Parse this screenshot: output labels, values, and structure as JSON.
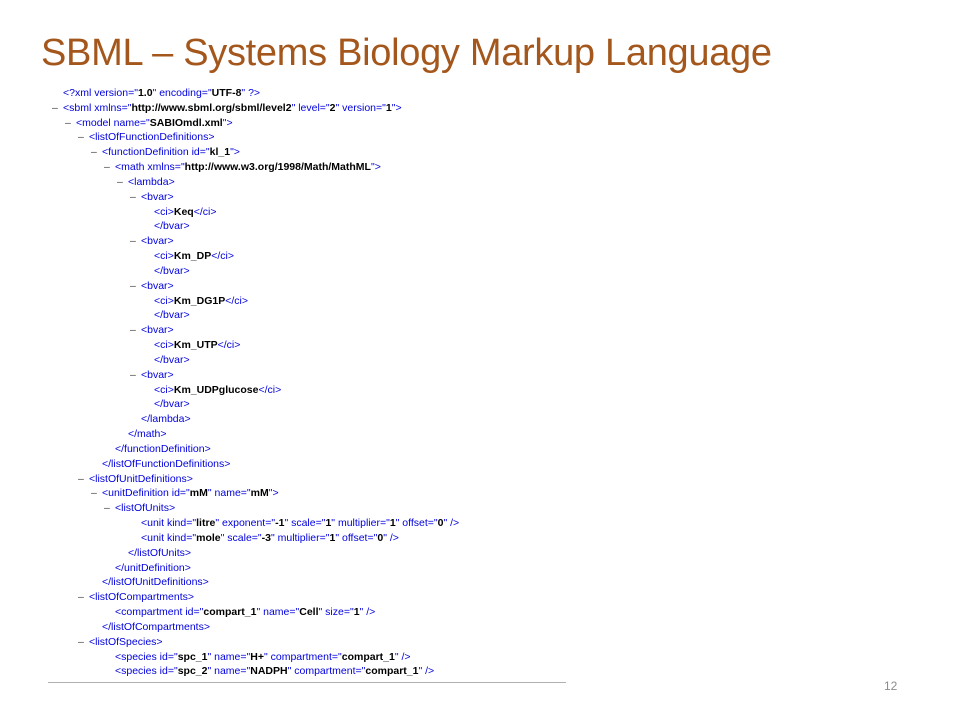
{
  "slide": {
    "title": "SBML – Systems Biology Markup Language",
    "page_number": "12"
  },
  "xml_lines": [
    {
      "indent": 0,
      "toggle": "",
      "text": "<?xml version=\"1.0\" encoding=\"UTF-8\" ?>"
    },
    {
      "indent": 0,
      "toggle": "–",
      "text": "<sbml xmlns=\"http://www.sbml.org/sbml/level2\" level=\"2\" version=\"1\">"
    },
    {
      "indent": 1,
      "toggle": "–",
      "text": "<model name=\"SABIOmdl.xml\">"
    },
    {
      "indent": 2,
      "toggle": "–",
      "text": "<listOfFunctionDefinitions>"
    },
    {
      "indent": 3,
      "toggle": "–",
      "text": "<functionDefinition id=\"kl_1\">"
    },
    {
      "indent": 4,
      "toggle": "–",
      "text": "<math xmlns=\"http://www.w3.org/1998/Math/MathML\">"
    },
    {
      "indent": 5,
      "toggle": "–",
      "text": "<lambda>"
    },
    {
      "indent": 6,
      "toggle": "–",
      "text": "<bvar>"
    },
    {
      "indent": 7,
      "toggle": "",
      "text": "<ci>Keq</ci>"
    },
    {
      "indent": 7,
      "toggle": "",
      "text": "</bvar>"
    },
    {
      "indent": 6,
      "toggle": "–",
      "text": "<bvar>"
    },
    {
      "indent": 7,
      "toggle": "",
      "text": "<ci>Km_DP</ci>"
    },
    {
      "indent": 7,
      "toggle": "",
      "text": "</bvar>"
    },
    {
      "indent": 6,
      "toggle": "–",
      "text": "<bvar>"
    },
    {
      "indent": 7,
      "toggle": "",
      "text": "<ci>Km_DG1P</ci>"
    },
    {
      "indent": 7,
      "toggle": "",
      "text": "</bvar>"
    },
    {
      "indent": 6,
      "toggle": "–",
      "text": "<bvar>"
    },
    {
      "indent": 7,
      "toggle": "",
      "text": "<ci>Km_UTP</ci>"
    },
    {
      "indent": 7,
      "toggle": "",
      "text": "</bvar>"
    },
    {
      "indent": 6,
      "toggle": "–",
      "text": "<bvar>"
    },
    {
      "indent": 7,
      "toggle": "",
      "text": "<ci>Km_UDPglucose</ci>"
    },
    {
      "indent": 7,
      "toggle": "",
      "text": "</bvar>"
    },
    {
      "indent": 6,
      "toggle": "",
      "text": "</lambda>"
    },
    {
      "indent": 5,
      "toggle": "",
      "text": "</math>"
    },
    {
      "indent": 4,
      "toggle": "",
      "text": "</functionDefinition>"
    },
    {
      "indent": 3,
      "toggle": "",
      "text": "</listOfFunctionDefinitions>"
    },
    {
      "indent": 2,
      "toggle": "–",
      "text": "<listOfUnitDefinitions>"
    },
    {
      "indent": 3,
      "toggle": "–",
      "text": "<unitDefinition id=\"mM\" name=\"mM\">"
    },
    {
      "indent": 4,
      "toggle": "–",
      "text": "<listOfUnits>"
    },
    {
      "indent": 6,
      "toggle": "",
      "text": "<unit kind=\"litre\" exponent=\"-1\" scale=\"1\" multiplier=\"1\" offset=\"0\" />"
    },
    {
      "indent": 6,
      "toggle": "",
      "text": "<unit kind=\"mole\" scale=\"-3\" multiplier=\"1\" offset=\"0\" />"
    },
    {
      "indent": 5,
      "toggle": "",
      "text": "</listOfUnits>"
    },
    {
      "indent": 4,
      "toggle": "",
      "text": "</unitDefinition>"
    },
    {
      "indent": 3,
      "toggle": "",
      "text": "</listOfUnitDefinitions>"
    },
    {
      "indent": 2,
      "toggle": "–",
      "text": "<listOfCompartments>"
    },
    {
      "indent": 4,
      "toggle": "",
      "text": "<compartment id=\"compart_1\" name=\"Cell\" size=\"1\" />"
    },
    {
      "indent": 3,
      "toggle": "",
      "text": "</listOfCompartments>"
    },
    {
      "indent": 2,
      "toggle": "–",
      "text": "<listOfSpecies>"
    },
    {
      "indent": 4,
      "toggle": "",
      "text": "<species id=\"spc_1\" name=\"H+\" compartment=\"compart_1\" />"
    },
    {
      "indent": 4,
      "toggle": "",
      "text": "<species id=\"spc_2\" name=\"NADPH\" compartment=\"compart_1\" />"
    }
  ],
  "colors": {
    "title": "#a4571c",
    "markup": "#0000dd",
    "values": "#000000",
    "page_number": "#8c8c8c"
  }
}
